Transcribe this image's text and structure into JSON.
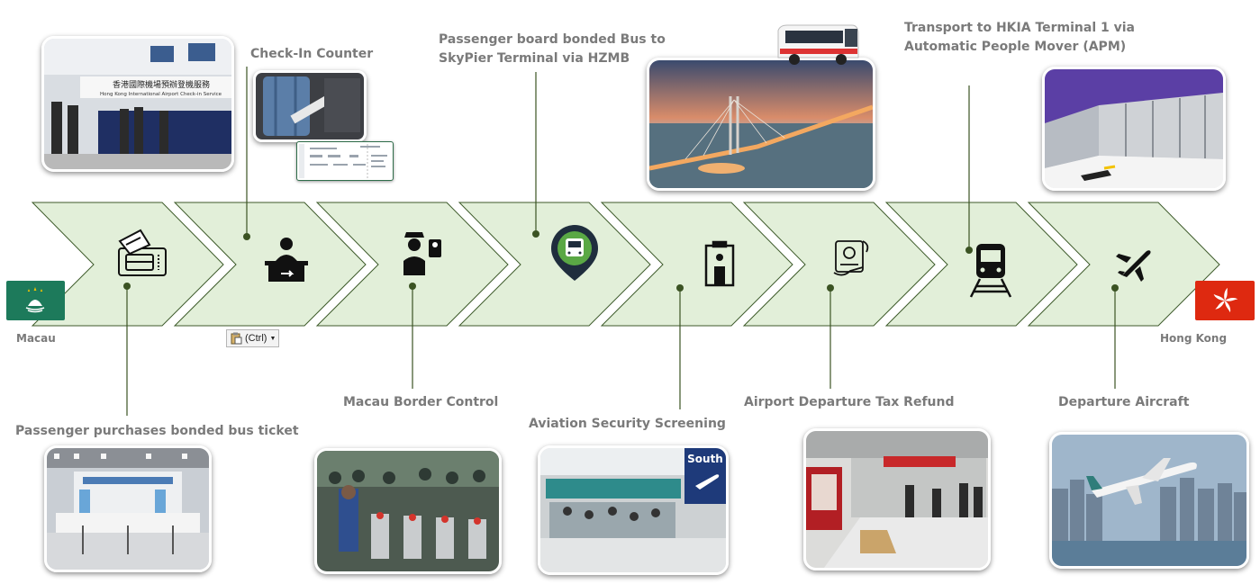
{
  "origin": {
    "name": "Macau"
  },
  "destination": {
    "name": "Hong Kong"
  },
  "steps": [
    {
      "label": "Passenger purchases bonded bus ticket",
      "icon": "bus-ticket-icon"
    },
    {
      "label": "Check-In Counter",
      "icon": "check-in-counter-icon"
    },
    {
      "label": "Macau Border Control",
      "icon": "border-officer-icon"
    },
    {
      "label": "Passenger board bonded Bus to",
      "label2": "SkyPier Terminal via HZMB",
      "icon": "bus-location-pin-icon"
    },
    {
      "label": "Aviation Security Screening",
      "icon": "security-scanner-icon"
    },
    {
      "label": "Airport Departure Tax Refund",
      "icon": "tax-refund-icon"
    },
    {
      "label": "Transport to HKIA Terminal 1 via",
      "label2": "Automatic People Mover (APM)",
      "icon": "train-icon"
    },
    {
      "label": "Departure Aircraft",
      "icon": "airplane-icon"
    }
  ],
  "photo_text": {
    "checkin_sign_zh": "香港國際機場預辦登機服務",
    "checkin_sign_en": "Hong Kong International Airport Check-in Service",
    "south_sign": "South"
  },
  "paste_button": {
    "label": "(Ctrl)"
  },
  "colors": {
    "chevron_fill": "#e2efd9",
    "chevron_stroke": "#3d5a2a",
    "connector": "#3b5323",
    "macau_flag": "#1d7a5b",
    "hk_flag": "#de2910",
    "label": "#7a7a7a"
  }
}
